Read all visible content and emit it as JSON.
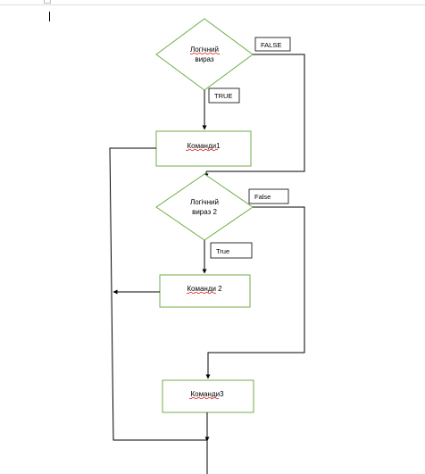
{
  "diagram": {
    "decision_1": {
      "line1": "Логічний",
      "line2": "вираз"
    },
    "decision_2": {
      "line1": "Логічний",
      "line2": "вираз 2"
    },
    "process_1": {
      "label": "Команди1"
    },
    "process_2": {
      "label": "Команди 2"
    },
    "process_3": {
      "label": "Команди3"
    },
    "labels": {
      "false_1": "FALSE",
      "true_1": "TRUE",
      "false_2": "False",
      "true_2": "True"
    }
  },
  "colors": {
    "shape_stroke": "#70ad47",
    "line": "#000000",
    "spellcheck": "#e00000"
  }
}
